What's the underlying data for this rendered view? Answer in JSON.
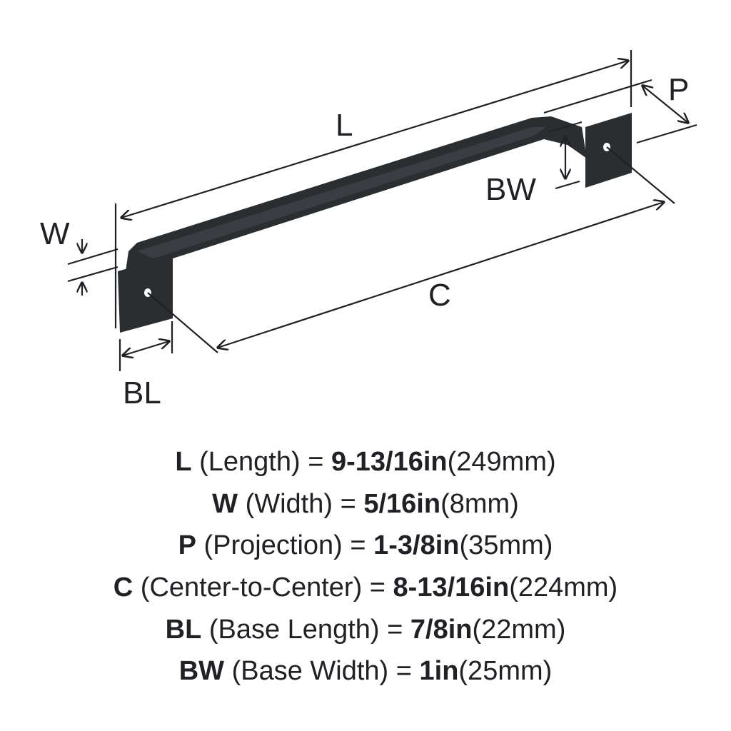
{
  "diagram": {
    "labels": {
      "L": "L",
      "W": "W",
      "P": "P",
      "C": "C",
      "BL": "BL",
      "BW": "BW"
    },
    "colors": {
      "handle": "#2b2e31",
      "line": "#1f2124"
    }
  },
  "specs": [
    {
      "code": "L",
      "name": "(Length) =",
      "imperial": "9-13/16in",
      "metric": "(249mm)"
    },
    {
      "code": "W",
      "name": "(Width) =",
      "imperial": "5/16in",
      "metric": "(8mm)"
    },
    {
      "code": "P",
      "name": "(Projection) =",
      "imperial": "1-3/8in",
      "metric": "(35mm)"
    },
    {
      "code": "C",
      "name": "(Center-to-Center) =",
      "imperial": "8-13/16in",
      "metric": "(224mm)"
    },
    {
      "code": "BL",
      "name": "(Base Length) =",
      "imperial": "7/8in",
      "metric": "(22mm)"
    },
    {
      "code": "BW",
      "name": "(Base Width) =",
      "imperial": "1in",
      "metric": "(25mm)"
    }
  ]
}
